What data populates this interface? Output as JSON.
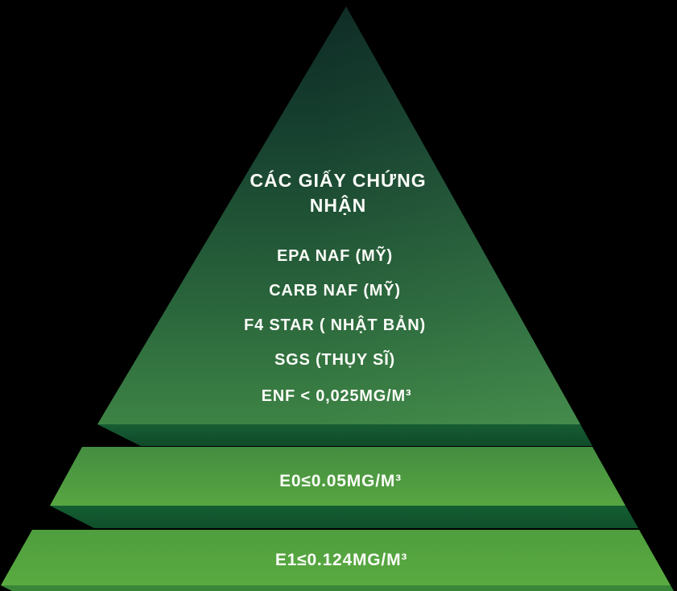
{
  "diagram": {
    "type": "pyramid-levels",
    "title": "CÁC GIẤY CHỨNG NHẬN",
    "top_section": {
      "certifications": [
        "EPA NAF (MỸ)",
        "CARB NAF (MỸ)",
        "F4 STAR ( NHẬT BẢN)",
        "SGS (THỤY SĨ)"
      ],
      "standard": "ENF < 0,025MG/M³"
    },
    "middle_section": {
      "standard": "E0≤0.05MG/M³"
    },
    "bottom_section": {
      "standard": "E1≤0.124MG/M³"
    }
  },
  "colors": {
    "background": "#000000",
    "text": "#ffffff",
    "triangle_top": "#0e2b25",
    "triangle_upper_mid": "#16402f",
    "triangle_lower_mid": "#2a663c",
    "triangle_bottom": "#3d8345",
    "triangle_underside": "#175d33",
    "triangle_underside_dark": "#104a2a",
    "e0_top": "#448d41",
    "e0_bottom": "#57a641",
    "e0_underside": "#145e32",
    "e0_underside_dark": "#0f4f2b",
    "e1_top": "#4f9e3e",
    "e1_bottom": "#5aaa41",
    "e1_underside": "#3a8639",
    "edge_highlight": "#d8ecd2"
  }
}
